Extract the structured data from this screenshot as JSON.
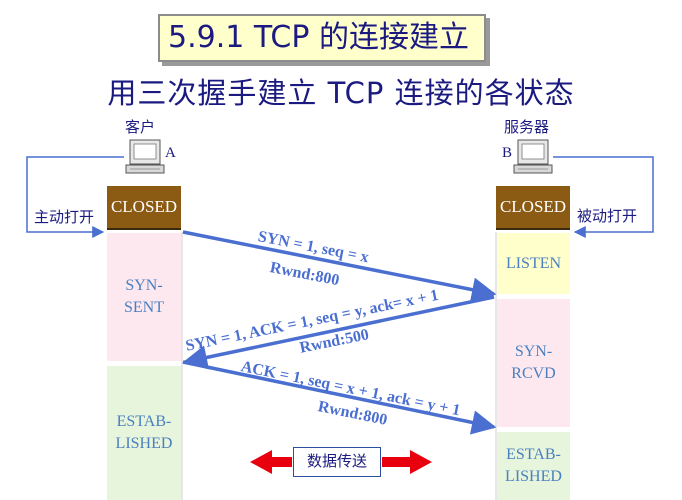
{
  "title": "5.9.1  TCP 的连接建立",
  "subtitle": "用三次握手建立 TCP 连接的各状态",
  "client": {
    "label": "客户",
    "letter": "A",
    "action": "主动打开"
  },
  "server": {
    "label": "服务器",
    "letter": "B",
    "action": "被动打开"
  },
  "states": {
    "client_closed": "CLOSED",
    "client_syn_sent": "SYN-\nSENT",
    "client_established": "ESTAB-\nLISHED",
    "server_closed": "CLOSED",
    "server_listen": "LISTEN",
    "server_syn_rcvd": "SYN-\nRCVD",
    "server_established": "ESTAB-\nLISHED"
  },
  "messages": [
    {
      "text": "SYN = 1, seq = x",
      "rwnd": "Rwnd:800"
    },
    {
      "text": "SYN = 1, ACK = 1, seq = y, ack= x + 1",
      "rwnd": "Rwnd:500"
    },
    {
      "text": "ACK = 1, seq = x + 1, ack = y + 1",
      "rwnd": "Rwnd:800"
    }
  ],
  "data_transfer": "数据传送",
  "colors": {
    "closed": "#8b5a13",
    "syn_sent": "#fde8ef",
    "established": "#e6f5dc",
    "listen": "#ffffcc",
    "syn_rcvd": "#fde8ef",
    "arrow": "#4a6fd0",
    "transfer_arrow": "#e8000f"
  }
}
